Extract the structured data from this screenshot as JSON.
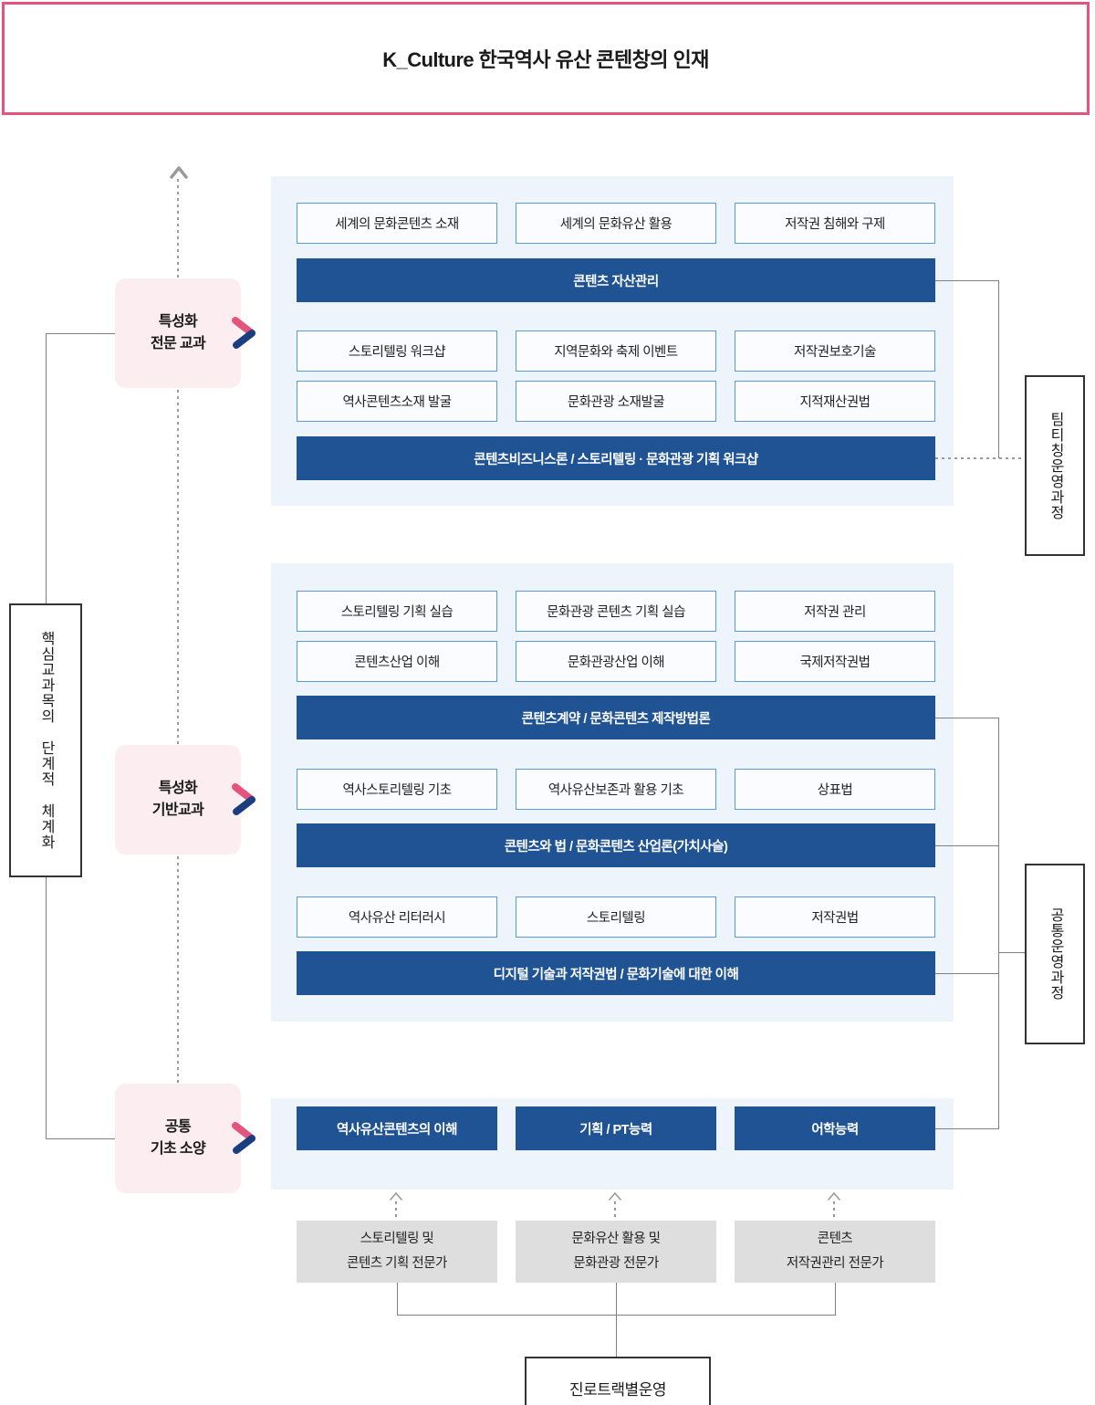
{
  "header": {
    "title": "K_Culture 한국역사 유산 콘텐창의 인재"
  },
  "left_axis": {
    "label": "핵심교과목의 단계적 체계화"
  },
  "stages": [
    {
      "name": "specialized-advanced",
      "line1": "특성화",
      "line2": "전문 교과"
    },
    {
      "name": "specialized-base",
      "line1": "특성화",
      "line2": "기반교과"
    },
    {
      "name": "common-basic",
      "line1": "공통",
      "line2": "기초 소양"
    }
  ],
  "right_boxes": [
    {
      "name": "team-teaching",
      "label": "팀티칭운영과정"
    },
    {
      "name": "common-operation",
      "label": "공통운영과정"
    }
  ],
  "section1": {
    "row1": [
      "세계의 문화콘텐츠 소재",
      "세계의 문화유산 활용",
      "저작권 침해와 구제"
    ],
    "bar1": "콘텐츠 자산관리",
    "row2": [
      "스토리텔링 워크샵",
      "지역문화와 축제 이벤트",
      "저작권보호기술"
    ],
    "row3": [
      "역사콘텐츠소재 발굴",
      "문화관광 소재발굴",
      "지적재산권법"
    ],
    "bar2": "콘텐츠비즈니스론 / 스토리텔링 · 문화관광 기획 워크샵"
  },
  "section2": {
    "row1": [
      "스토리텔링 기획 실습",
      "문화관광 콘텐츠 기획 실습",
      "저작권 관리"
    ],
    "row2": [
      "콘텐츠산업 이해",
      "문화관광산업 이해",
      "국제저작권법"
    ],
    "bar1": "콘텐츠계약 / 문화콘텐츠 제작방법론",
    "row3": [
      "역사스토리텔링 기초",
      "역사유산보존과 활용 기초",
      "상표법"
    ],
    "bar2": "콘텐츠와 법 / 문화콘텐츠 산업론(가치사슬)",
    "row4": [
      "역사유산 리터러시",
      "스토리텔링",
      "저작권법"
    ],
    "bar3": "디지털 기술과 저작권법 / 문화기술에 대한 이해"
  },
  "section3": {
    "bars": [
      "역사유산콘텐츠의 이해",
      "기획 / PT능력",
      "어학능력"
    ]
  },
  "tracks": [
    {
      "line1": "스토리텔링 및",
      "line2": "콘텐츠 기획 전문가"
    },
    {
      "line1": "문화유산 활용 및",
      "line2": "문화관광 전문가"
    },
    {
      "line1": "콘텐츠",
      "line2": "저작권관리 전문가"
    }
  ],
  "footer": {
    "label": "진로트랙별운영"
  },
  "colors": {
    "accent_pink": "#E5547D",
    "brand_blue": "#1F5394",
    "panel_bg": "#EDF4FC",
    "box_border": "#5B9BD5",
    "stage_bg": "#FCEEF0",
    "grey_box": "#DEDEDE"
  }
}
